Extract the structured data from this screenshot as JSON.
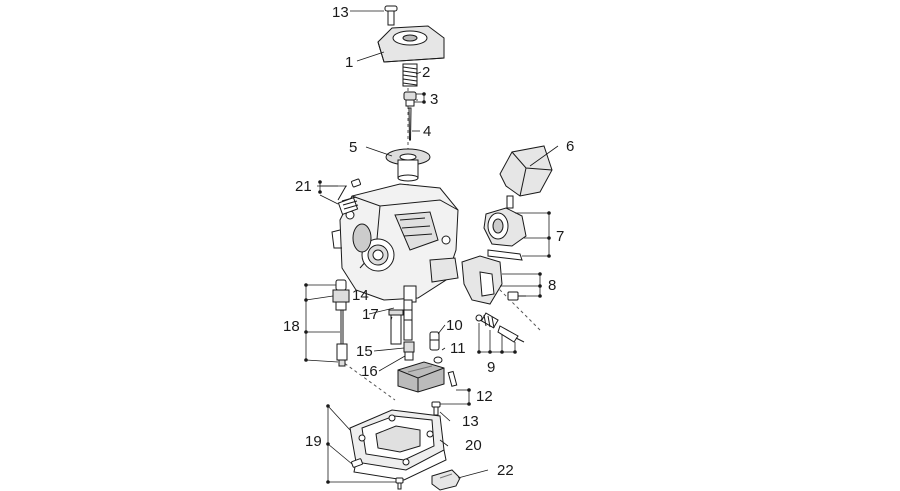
{
  "diagram": {
    "labels": {
      "l1": "1",
      "l2": "2",
      "l3": "3",
      "l4": "4",
      "l5": "5",
      "l6": "6",
      "l7": "7",
      "l8": "8",
      "l9": "9",
      "l10": "10",
      "l11": "11",
      "l12": "12",
      "l13a": "13",
      "l13b": "13",
      "l14": "14",
      "l15": "15",
      "l16": "16",
      "l17": "17",
      "l18": "18",
      "l19": "19",
      "l20": "20",
      "l21": "21",
      "l22": "22"
    },
    "colors": {
      "line": "#1a1a1a",
      "fill": "#ffffff",
      "shade": "#d9d9d9",
      "dark": "#8c8c8c"
    }
  }
}
